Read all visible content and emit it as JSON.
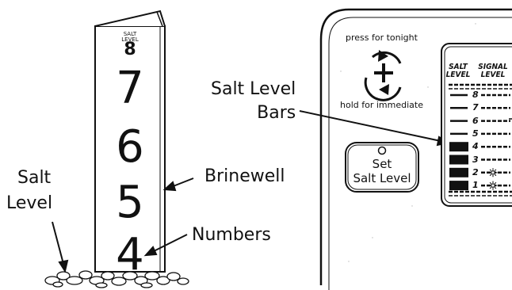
{
  "labels": {
    "salt_level_line1": "Salt",
    "salt_level_line2": "Level",
    "brinewell": "Brinewell",
    "numbers": "Numbers",
    "salt_level_bars_line1": "Salt Level",
    "salt_level_bars_line2": "Bars"
  },
  "brinewell_scale": {
    "top_caption_line1": "SALT",
    "top_caption_line2": "LEVEL",
    "digits": [
      "8",
      "7",
      "6",
      "5",
      "4"
    ]
  },
  "control_panel": {
    "press_text": "press for tonight",
    "hold_text": "hold for immediate",
    "set_button_line1": "Set",
    "set_button_line2": "Salt Level",
    "col_salt_line1": "SALT",
    "col_salt_line2": "LEVEL",
    "col_signal_line1": "SIGNAL",
    "col_signal_line2": "LEVEL",
    "levels": [
      "8",
      "7",
      "6",
      "5",
      "4",
      "3",
      "2",
      "1"
    ],
    "filled_levels": [
      "4",
      "3",
      "2",
      "1"
    ],
    "signal_levels": [
      "2",
      "1"
    ]
  }
}
